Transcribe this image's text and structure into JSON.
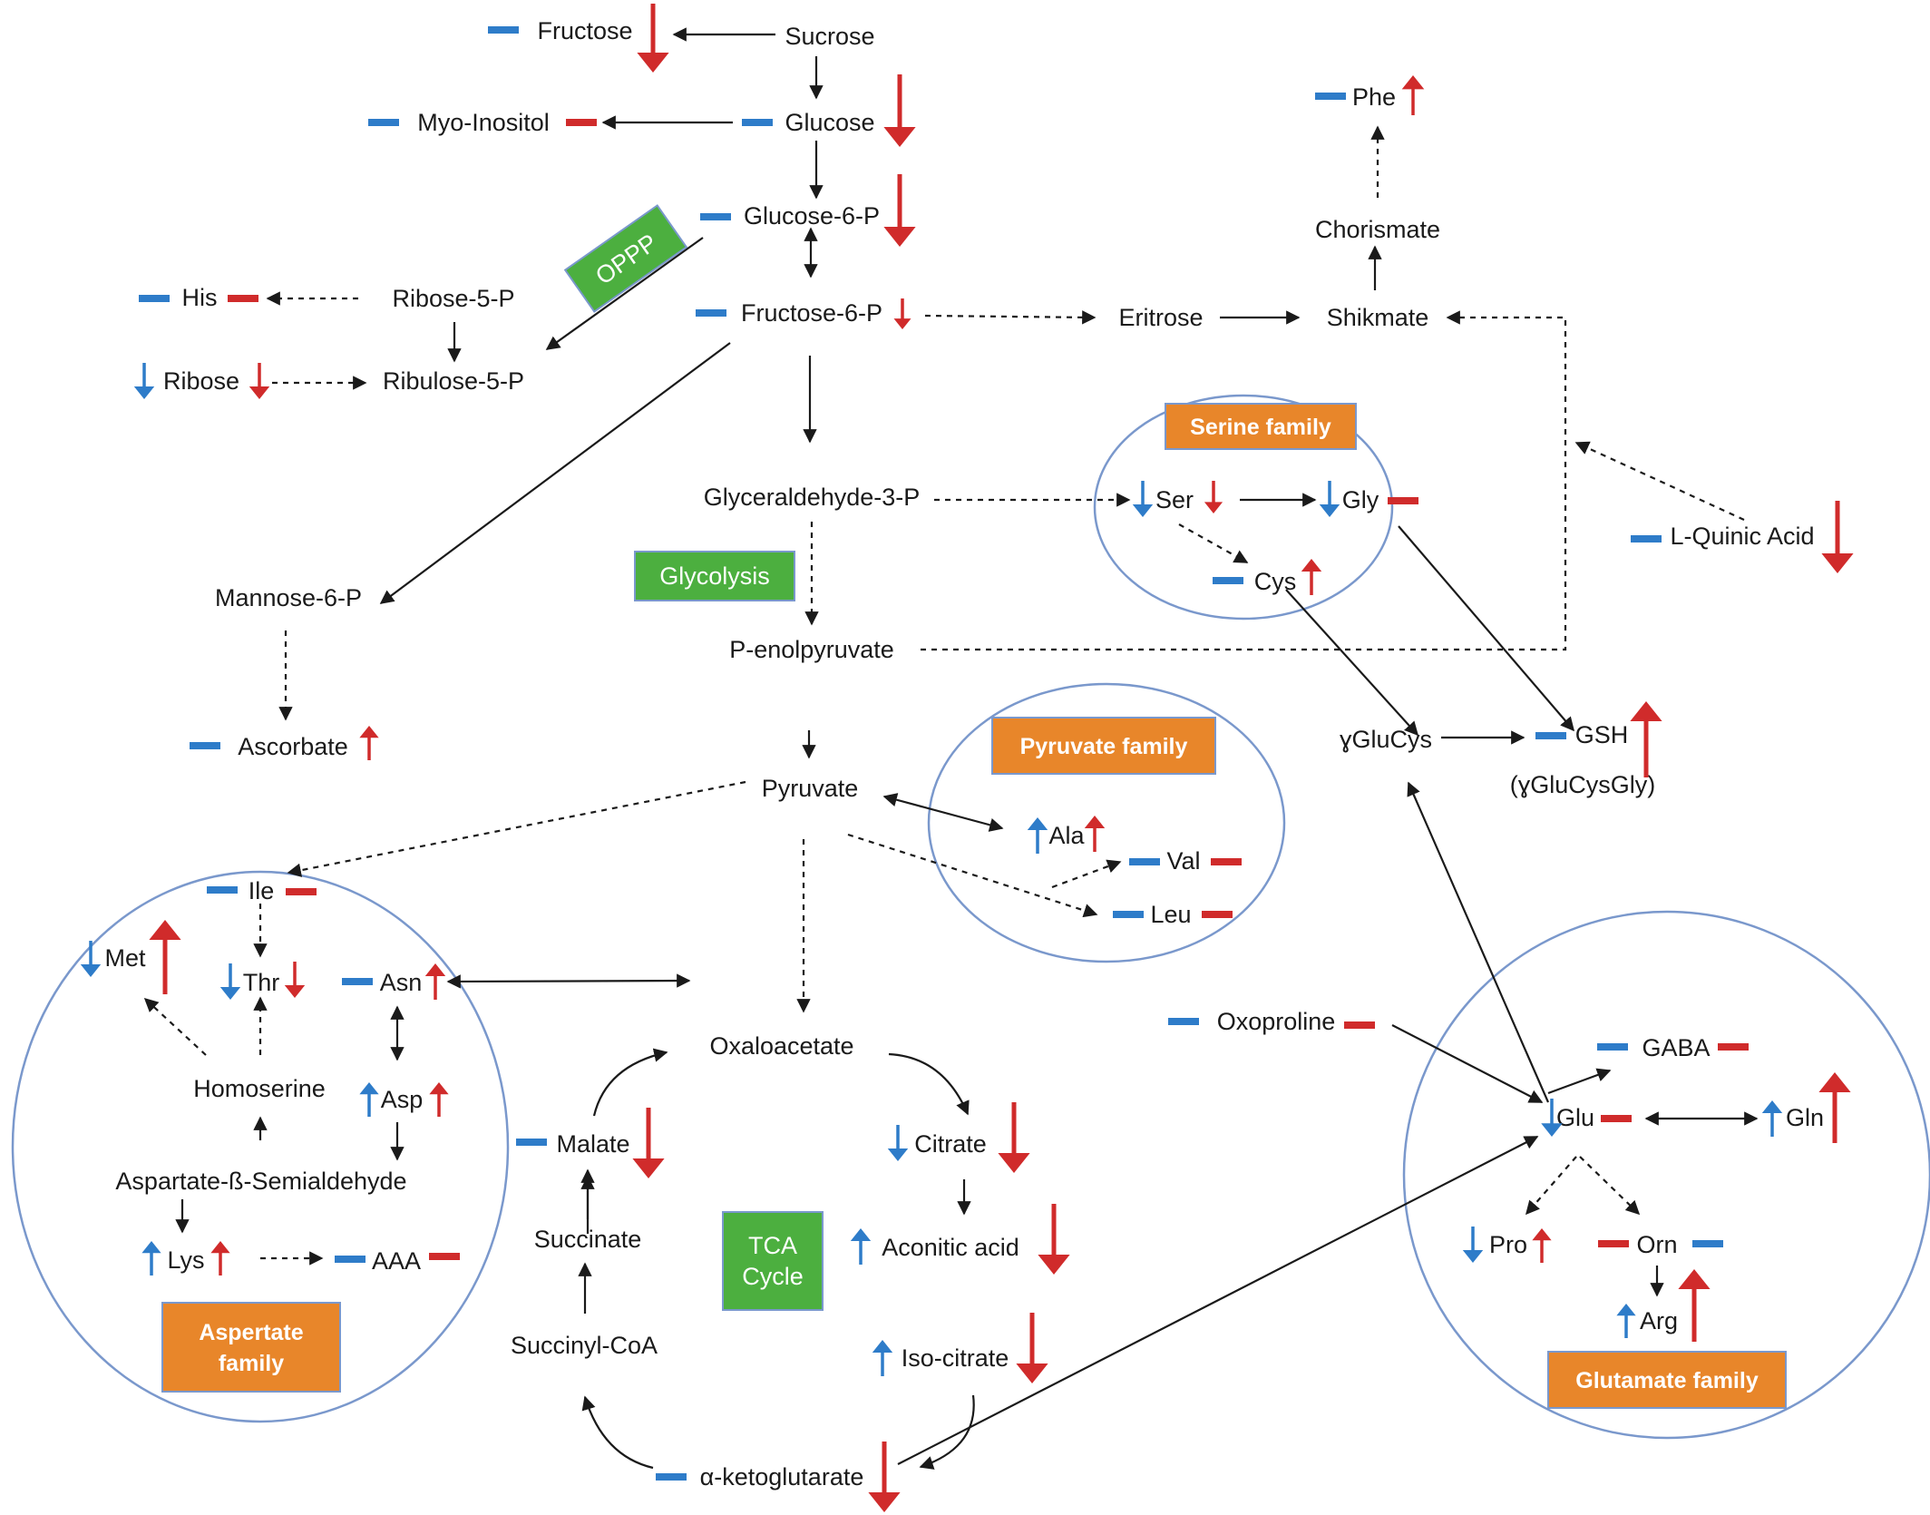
{
  "colors": {
    "blue": "#2e7cc9",
    "red": "#d02b2b",
    "green": "#4caf3f",
    "orange": "#e8862a",
    "circle": "#7a98cc",
    "line": "#1a1a1a"
  },
  "metabolites": {
    "sucrose": "Sucrose",
    "fructose": "Fructose",
    "glucose": "Glucose",
    "myo_inositol": "Myo-Inositol",
    "glucose_6p": "Glucose-6-P",
    "fructose_6p": "Fructose-6-P",
    "ribose_5p": "Ribose-5-P",
    "ribulose_5p": "Ribulose-5-P",
    "his": "His",
    "ribose": "Ribose",
    "mannose_6p": "Mannose-6-P",
    "ascorbate": "Ascorbate",
    "glyceraldehyde_3p": "Glyceraldehyde-3-P",
    "p_enolpyruvate": "P-enolpyruvate",
    "pyruvate": "Pyruvate",
    "eritrose": "Eritrose",
    "shikmate": "Shikmate",
    "chorismate": "Chorismate",
    "phe": "Phe",
    "l_quinic_acid": "L-Quinic Acid",
    "ser": "Ser",
    "gly": "Gly",
    "cys": "Cys",
    "gglucys": "ɣGluCys",
    "gsh": "GSH",
    "gglucysgly": "(ɣGluCysGly)",
    "ala": "Ala",
    "val": "Val",
    "leu": "Leu",
    "ile": "Ile",
    "met": "Met",
    "thr": "Thr",
    "asn": "Asn",
    "asp": "Asp",
    "homoserine": "Homoserine",
    "aspartate_semialdehyde": "Aspartate-ß-Semialdehyde",
    "lys": "Lys",
    "aaa": "AAA",
    "oxaloacetate": "Oxaloacetate",
    "malate": "Malate",
    "citrate": "Citrate",
    "succinate": "Succinate",
    "aconitic_acid": "Aconitic acid",
    "succinyl_coa": "Succinyl-CoA",
    "iso_citrate": "Iso-citrate",
    "a_ketoglutarate": "α-ketoglutarate",
    "oxoproline": "Oxoproline",
    "gaba": "GABA",
    "glu": "Glu",
    "gln": "Gln",
    "pro": "Pro",
    "orn": "Orn",
    "arg": "Arg"
  },
  "boxes": {
    "oppp": "OPPP",
    "glycolysis": "Glycolysis",
    "tca_line1": "TCA",
    "tca_line2": "Cycle",
    "serine_family": "Serine family",
    "pyruvate_family": "Pyruvate family",
    "aspartate_line1": "Aspertate",
    "aspartate_line2": "family",
    "glutamate_family": "Glutamate family"
  }
}
